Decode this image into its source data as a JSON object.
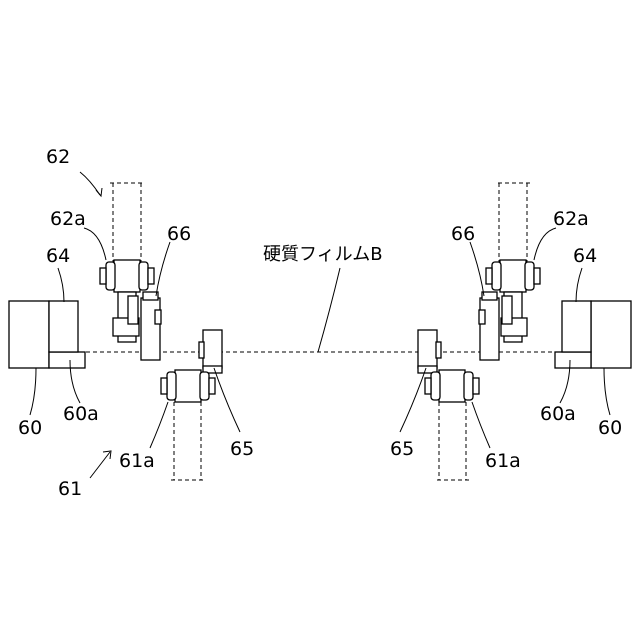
{
  "film_label": "硬質フィルムB",
  "labels": {
    "l62": "62",
    "l62a_left": "62a",
    "l62a_right": "62a",
    "l64_left": "64",
    "l64_right": "64",
    "l66_left": "66",
    "l66_right": "66",
    "l60_left": "60",
    "l60_right": "60",
    "l60a_left": "60a",
    "l60a_right": "60a",
    "l61a_left": "61a",
    "l61a_right": "61a",
    "l65_left": "65",
    "l65_right": "65",
    "l61": "61"
  }
}
